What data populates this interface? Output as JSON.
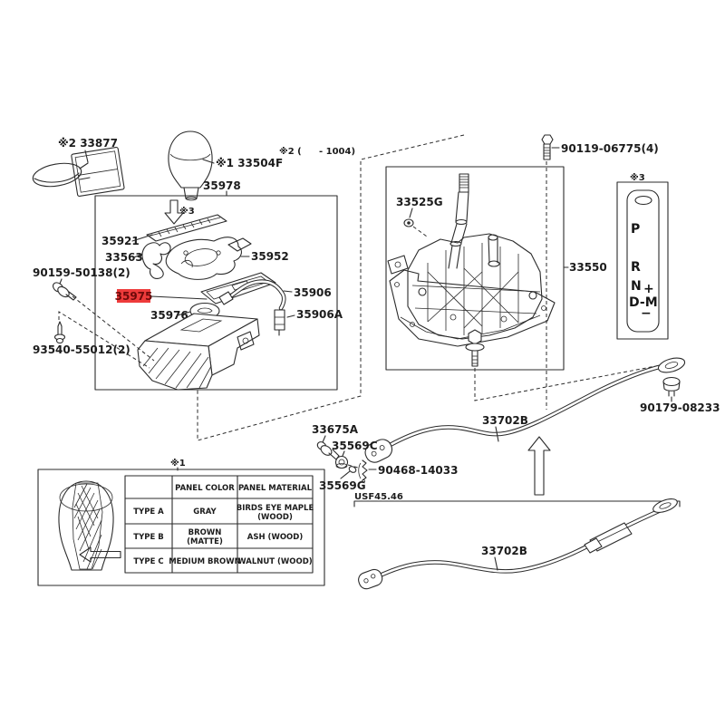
{
  "diagram": {
    "labels": {
      "boot_plate": "※2 33877",
      "shift_knob": "※1 33504F",
      "upper_panel_assy": "35978",
      "marker3": "※3",
      "slide_rail": "35921",
      "bracket": "33563",
      "cover_assy": "35952",
      "panel_highlight": "35975",
      "cap": "35976",
      "wire": "35906",
      "wire_connector": "35906A",
      "screw_left": "90159-50138(2)",
      "pin_left": "93540-55012(2)",
      "grommet": "33525G",
      "shift_assy": "33550",
      "bolt_top": "90119-06775(4)",
      "nut_right": "90179-08233",
      "cable_upper": "33702B",
      "cable_lower": "33702B",
      "bolt_mid": "33675A",
      "nut_mid": "35569C",
      "grommet_mid": "35569G",
      "clip_mid": "90468-14033",
      "model_code": "USF45.46",
      "marker1": "※1"
    },
    "range_note": {
      "open": "※2 (",
      "close": "- 1004)"
    },
    "indicator": {
      "park": "P",
      "reverse": "R",
      "neutral": "N",
      "plus": "+",
      "drive_manual": "D-M",
      "minus": "−"
    },
    "table": {
      "col_headers": [
        "PANEL COLOR",
        "PANEL MATERIAL"
      ],
      "rows": [
        {
          "type": "TYPE A",
          "color_lines": [
            "GRAY",
            ""
          ],
          "material_lines": [
            "BIRDS EYE MAPLE",
            "(WOOD)"
          ]
        },
        {
          "type": "TYPE B",
          "color_lines": [
            "BROWN",
            "(MATTE)"
          ],
          "material_lines": [
            "ASH (WOOD)",
            ""
          ]
        },
        {
          "type": "TYPE C",
          "color_lines": [
            "MEDIUM BROWN",
            ""
          ],
          "material_lines": [
            "WALNUT (WOOD)",
            ""
          ]
        }
      ]
    },
    "colors": {
      "line": "#2b2b2b",
      "highlight_bg": "#ee3b3b",
      "highlight_text": "#6d0a0a",
      "background": "#ffffff"
    }
  }
}
